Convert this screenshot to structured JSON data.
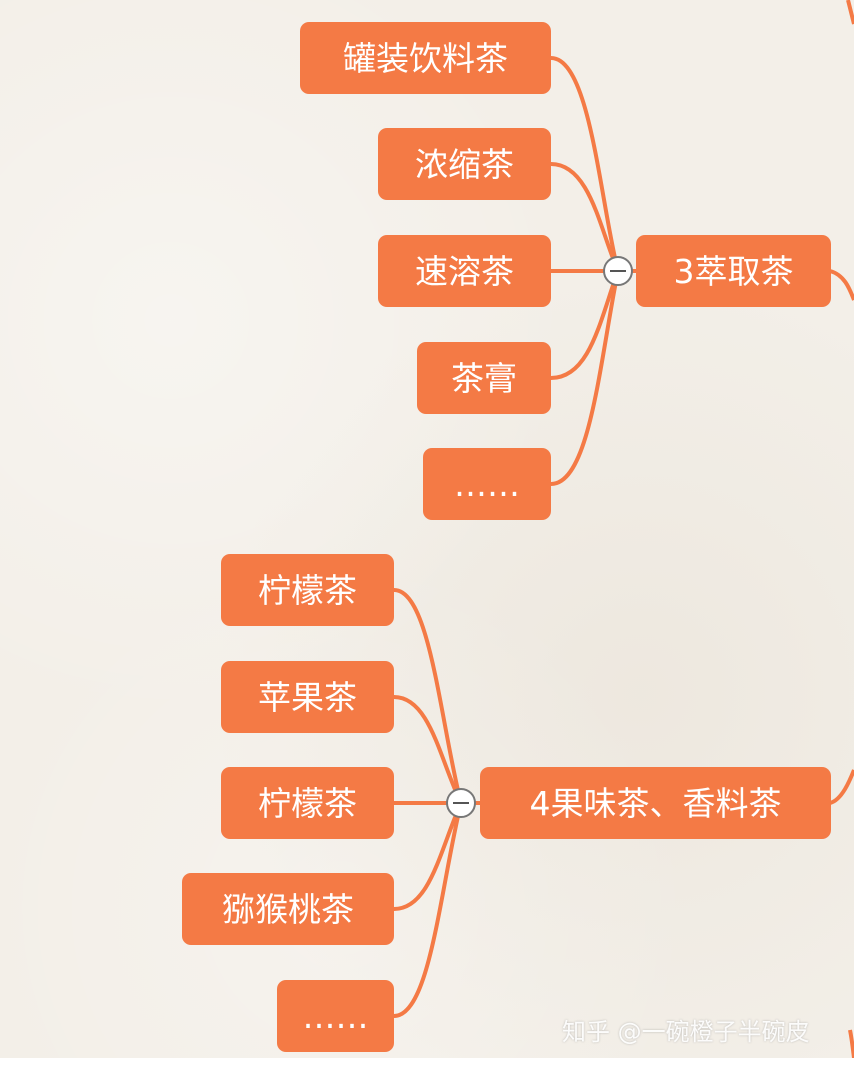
{
  "colors": {
    "node_fill": "#f47a45",
    "link": "#f47a45",
    "background": "#f3efe8"
  },
  "group_extract": {
    "parent": "3萃取茶",
    "children": [
      "罐装饮料茶",
      "浓缩茶",
      "速溶茶",
      "茶膏",
      "……"
    ]
  },
  "group_fruit": {
    "parent": "4果味茶、香料茶",
    "children": [
      "柠檬茶",
      "苹果茶",
      "柠檬茶",
      "猕猴桃茶",
      "……"
    ]
  },
  "watermark": "知乎 @一碗橙子半碗皮",
  "icons": {
    "toggle": "collapse-minus-icon"
  }
}
